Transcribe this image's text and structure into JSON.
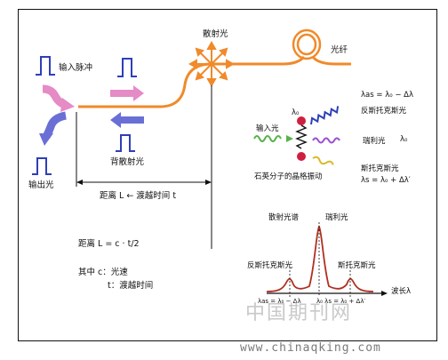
{
  "labels": {
    "input_pulse": "输入脉冲",
    "output_light": "输出光",
    "backscatter": "背散射光",
    "scattered_light": "散射光",
    "fiber": "光纤",
    "distance_time": "距离 L ← 渡越时间 t",
    "input_light": "输入光",
    "lambda0": "λ₀",
    "anti_stokes": "反斯托克斯光",
    "rayleigh": "瑞利光",
    "lambda0_right": "λ₀",
    "stokes": "斯托克斯光",
    "lattice": "石英分子的晶格振动",
    "eq_as": "λas = λ₀ − Δλ",
    "eq_s": "λs = λ₀ + Δλ′",
    "formula": "距离 L = c · t/2",
    "where": "其中 c：光速",
    "t_def": "t：渡越时间",
    "spectrum": "散射光谱",
    "rayleigh_spec": "瑞利光",
    "anti_stokes_spec": "反斯托克斯光",
    "stokes_spec": "斯托克斯光",
    "wavelength": "波长λ",
    "eq_as_axis": "λas = λ₀ − Δλ",
    "eq_s_axis": "λ₀  λs = λ₀ + Δλ′"
  },
  "watermark": "中国期刊网",
  "url": "www.chinaqking.com",
  "colors": {
    "fiber": "#f08a2a",
    "input_arrow": "#e58bc6",
    "output_arrow": "#6a6fd6",
    "backscatter_arrow": "#e58bc6",
    "spectrum": "#b03020",
    "blue_wave": "#2d3fb8",
    "purple_wave": "#9a4fd0",
    "green_wave": "#58b24a",
    "yellow_wave": "#d8b82a",
    "molecule": "#cf1f3f"
  }
}
